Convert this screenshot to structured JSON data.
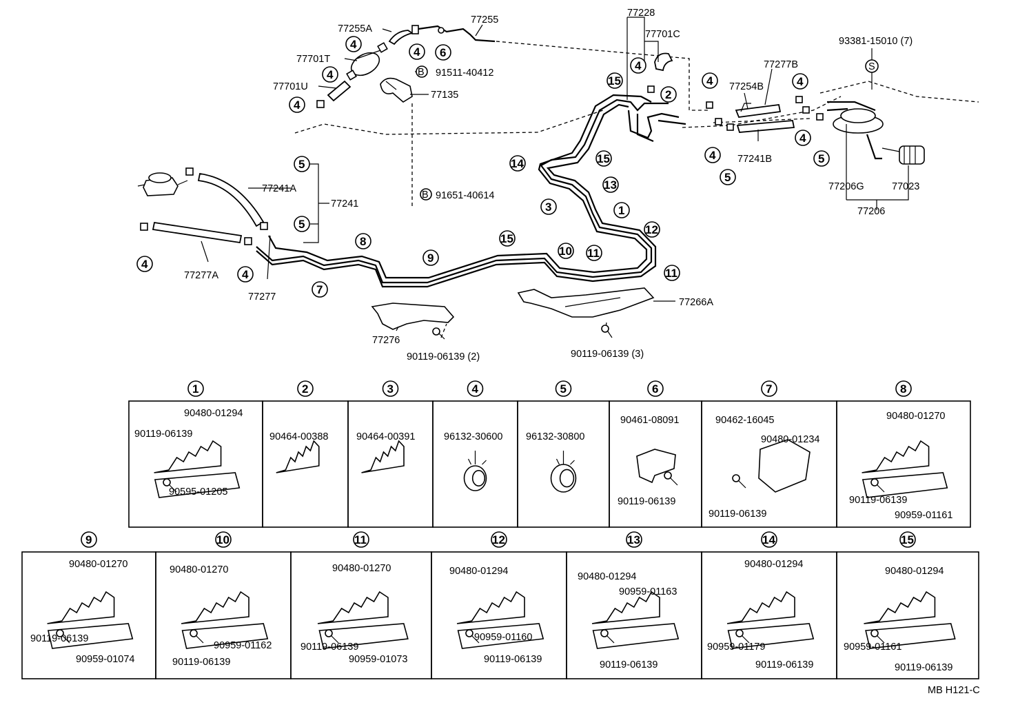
{
  "diagram_code": "MB H121-C",
  "callouts": {
    "p77255A": "77255A",
    "p77255": "77255",
    "p77701T": "77701T",
    "p77701U": "77701U",
    "p91511": "91511-40412",
    "p77135": "77135",
    "p77228": "77228",
    "p77701C": "77701C",
    "p77277B": "77277B",
    "p77254B": "77254B",
    "p77241B": "77241B",
    "p93381": "93381-15010 (7)",
    "p77206G": "77206G",
    "p77023": "77023",
    "p77206": "77206",
    "p77241A": "77241A",
    "p77241": "77241",
    "p91651": "91651-40614",
    "p77277A": "77277A",
    "p77277": "77277",
    "p77276": "77276",
    "p90119_2": "90119-06139 (2)",
    "p77266A": "77266A",
    "p90119_3": "90119-06139 (3)",
    "letterB": "B",
    "letterS": "S"
  },
  "callout_numbers": [
    "1",
    "2",
    "3",
    "4",
    "5",
    "6",
    "7",
    "8",
    "9",
    "10",
    "11",
    "12",
    "13",
    "14",
    "15"
  ],
  "detail_panels": [
    {
      "num": "1",
      "parts": [
        "90480-01294",
        "90119-06139",
        "90595-01205"
      ]
    },
    {
      "num": "2",
      "parts": [
        "90464-00388"
      ]
    },
    {
      "num": "3",
      "parts": [
        "90464-00391"
      ]
    },
    {
      "num": "4",
      "parts": [
        "96132-30600"
      ]
    },
    {
      "num": "5",
      "parts": [
        "96132-30800"
      ]
    },
    {
      "num": "6",
      "parts": [
        "90461-08091",
        "90119-06139"
      ]
    },
    {
      "num": "7",
      "parts": [
        "90462-16045",
        "90480-01234",
        "90119-06139"
      ]
    },
    {
      "num": "8",
      "parts": [
        "90480-01270",
        "90119-06139",
        "90959-01161"
      ]
    },
    {
      "num": "9",
      "parts": [
        "90480-01270",
        "90119-06139",
        "90959-01074"
      ]
    },
    {
      "num": "10",
      "parts": [
        "90480-01270",
        "90959-01162",
        "90119-06139"
      ]
    },
    {
      "num": "11",
      "parts": [
        "90480-01270",
        "90119-06139",
        "90959-01073"
      ]
    },
    {
      "num": "12",
      "parts": [
        "90480-01294",
        "90959-01160",
        "90119-06139"
      ]
    },
    {
      "num": "13",
      "parts": [
        "90480-01294",
        "90959-01163",
        "90119-06139"
      ]
    },
    {
      "num": "14",
      "parts": [
        "90480-01294",
        "90959-01179",
        "90119-06139"
      ]
    },
    {
      "num": "15",
      "parts": [
        "90480-01294",
        "90959-01161",
        "90119-06139"
      ]
    }
  ]
}
